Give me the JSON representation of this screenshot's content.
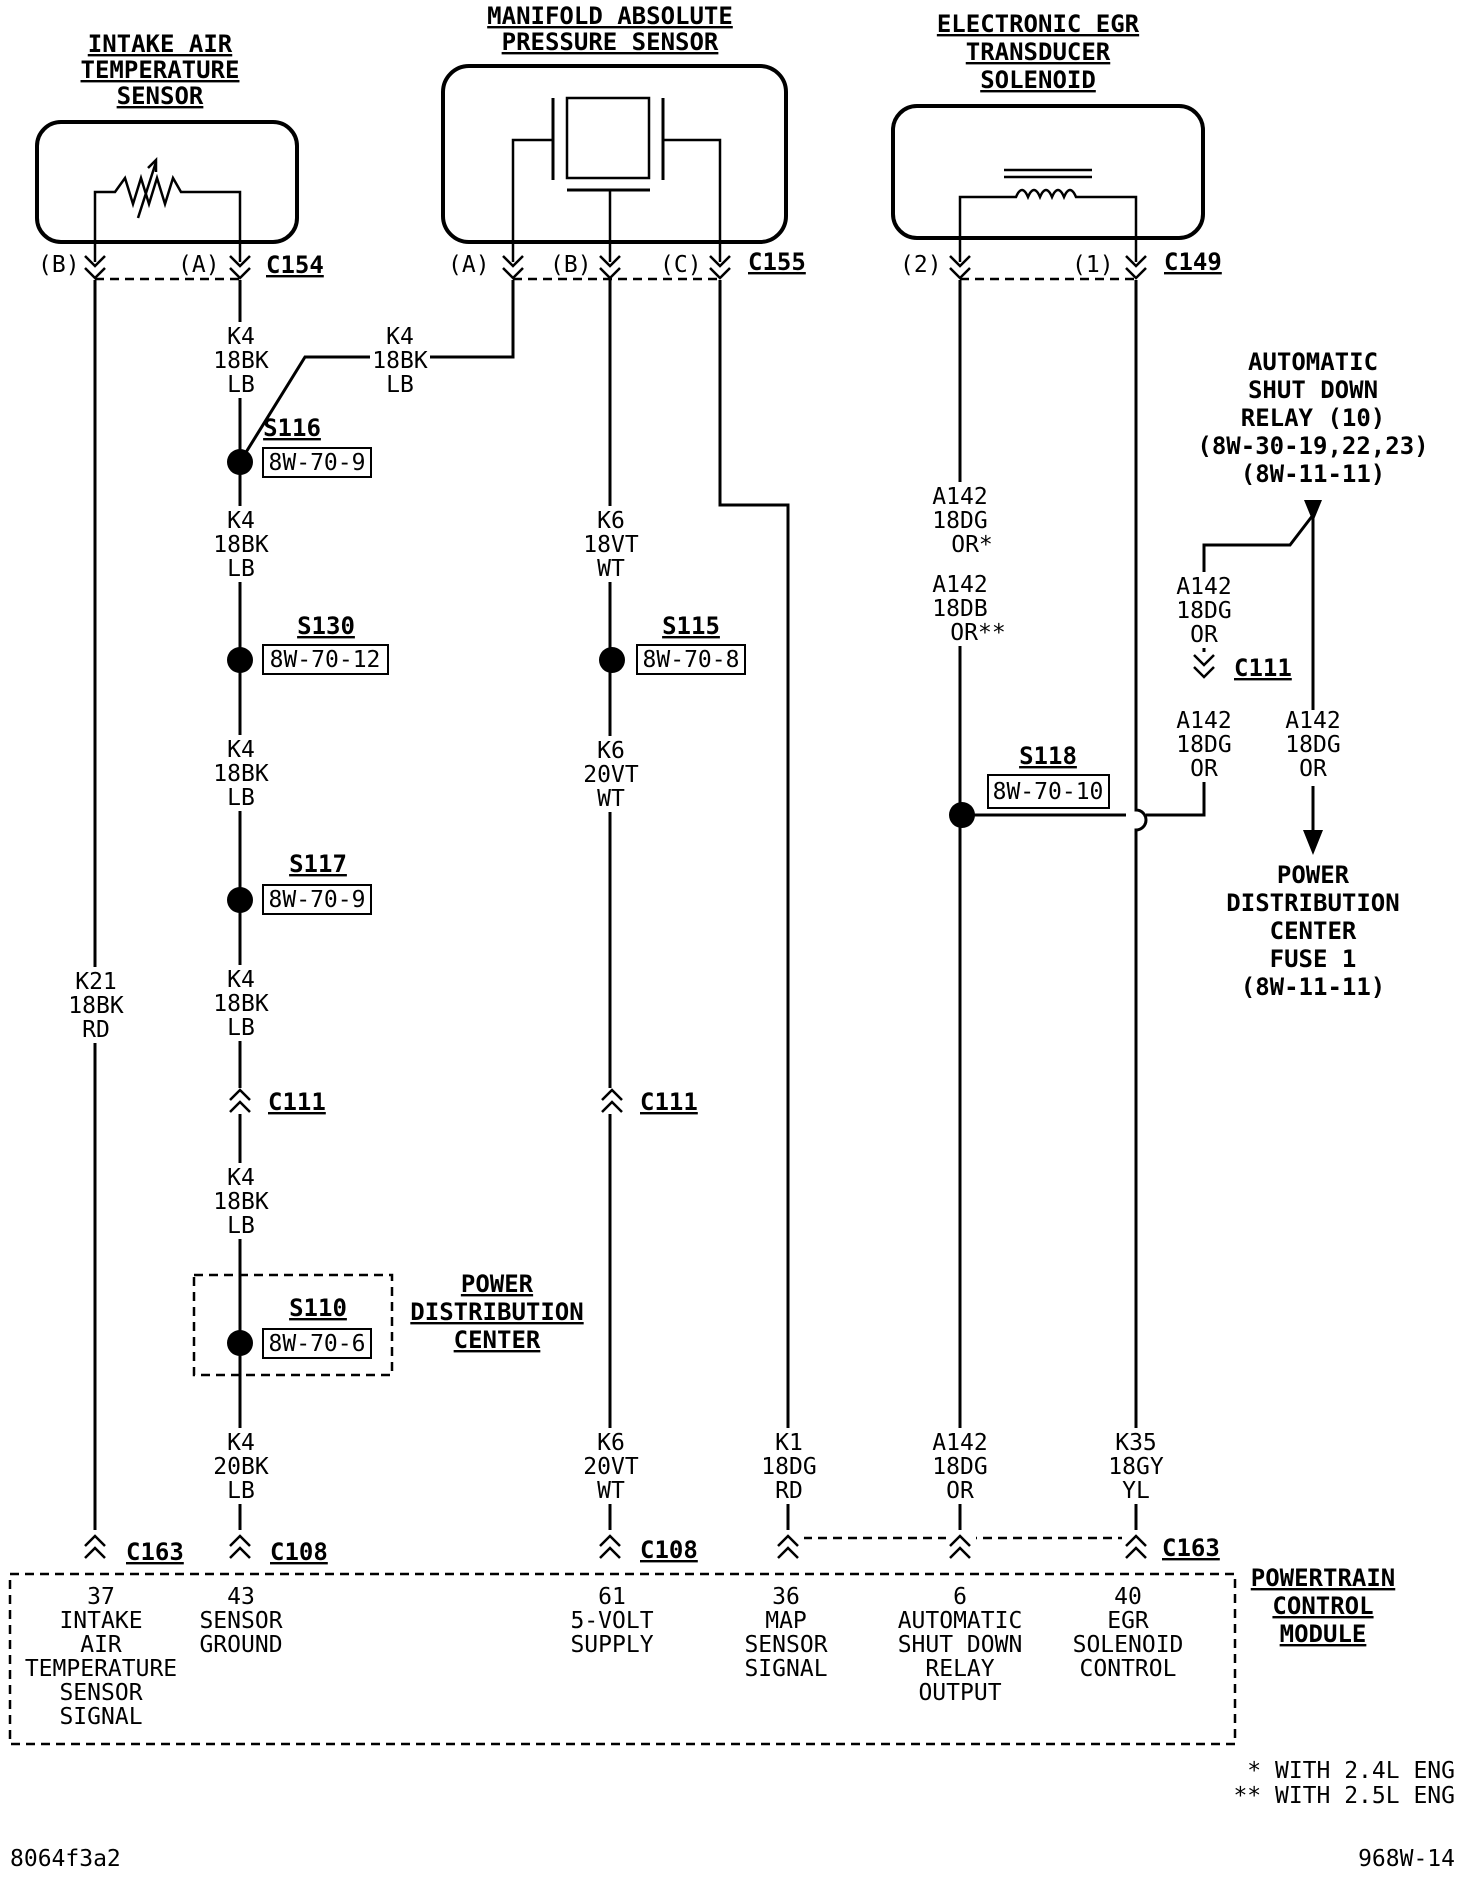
{
  "components": {
    "iat_sensor": [
      "INTAKE AIR",
      "TEMPERATURE",
      "SENSOR"
    ],
    "map_sensor": [
      "MANIFOLD ABSOLUTE",
      "PRESSURE SENSOR"
    ],
    "egr_solenoid": [
      "ELECTRONIC EGR",
      "TRANSDUCER",
      "SOLENOID"
    ],
    "asd_relay": [
      "AUTOMATIC",
      "SHUT DOWN",
      "RELAY (10)",
      "(8W-30-19,22,23)",
      "(8W-11-11)"
    ],
    "pdc_fuse": [
      "POWER",
      "DISTRIBUTION",
      "CENTER",
      "FUSE 1",
      "(8W-11-11)"
    ],
    "pdc_box": [
      "POWER",
      "DISTRIBUTION",
      "CENTER"
    ],
    "pcm": [
      "POWERTRAIN",
      "CONTROL",
      "MODULE"
    ]
  },
  "connectors": {
    "c154": "C154",
    "c155": "C155",
    "c149": "C149",
    "c111": "C111",
    "c163": "C163",
    "c108": "C108"
  },
  "pins": {
    "a": "(A)",
    "b": "(B)",
    "c": "(C)",
    "p1": "(1)",
    "p2": "(2)"
  },
  "splices": {
    "s116": {
      "id": "S116",
      "ref": "8W-70-9"
    },
    "s130": {
      "id": "S130",
      "ref": "8W-70-12"
    },
    "s117": {
      "id": "S117",
      "ref": "8W-70-9"
    },
    "s110": {
      "id": "S110",
      "ref": "8W-70-6"
    },
    "s115": {
      "id": "S115",
      "ref": "8W-70-8"
    },
    "s118": {
      "id": "S118",
      "ref": "8W-70-10"
    }
  },
  "wires": {
    "k4_18bk_lb": [
      "K4",
      "18BK",
      "LB"
    ],
    "k4_20bk_lb": [
      "K4",
      "20BK",
      "LB"
    ],
    "k21_18bk_rd": [
      "K21",
      "18BK",
      "RD"
    ],
    "k6_18vt_wt": [
      "K6",
      "18VT",
      "WT"
    ],
    "k6_20vt_wt": [
      "K6",
      "20VT",
      "WT"
    ],
    "k1_18dg_rd": [
      "K1",
      "18DG",
      "RD"
    ],
    "a142_dg_star": [
      "A142",
      "18DG",
      "OR*"
    ],
    "a142_db_star2": [
      "A142",
      "18DB",
      "OR**"
    ],
    "a142_18dg_or": [
      "A142",
      "18DG",
      "OR"
    ],
    "k35_18gy_yl": [
      "K35",
      "18GY",
      "YL"
    ]
  },
  "pcm_pins": {
    "p37": [
      "37",
      "INTAKE",
      "AIR",
      "TEMPERATURE",
      "SENSOR",
      "SIGNAL"
    ],
    "p43": [
      "43",
      "SENSOR",
      "GROUND"
    ],
    "p61": [
      "61",
      "5-VOLT",
      "SUPPLY"
    ],
    "p36": [
      "36",
      "MAP",
      "SENSOR",
      "SIGNAL"
    ],
    "p6": [
      "6",
      "AUTOMATIC",
      "SHUT DOWN",
      "RELAY",
      "OUTPUT"
    ],
    "p40": [
      "40",
      "EGR",
      "SOLENOID",
      "CONTROL"
    ]
  },
  "notes": [
    "* WITH 2.4L ENG",
    "** WITH 2.5L ENG"
  ],
  "footer": {
    "left": "8064f3a2",
    "right": "968W-14"
  }
}
